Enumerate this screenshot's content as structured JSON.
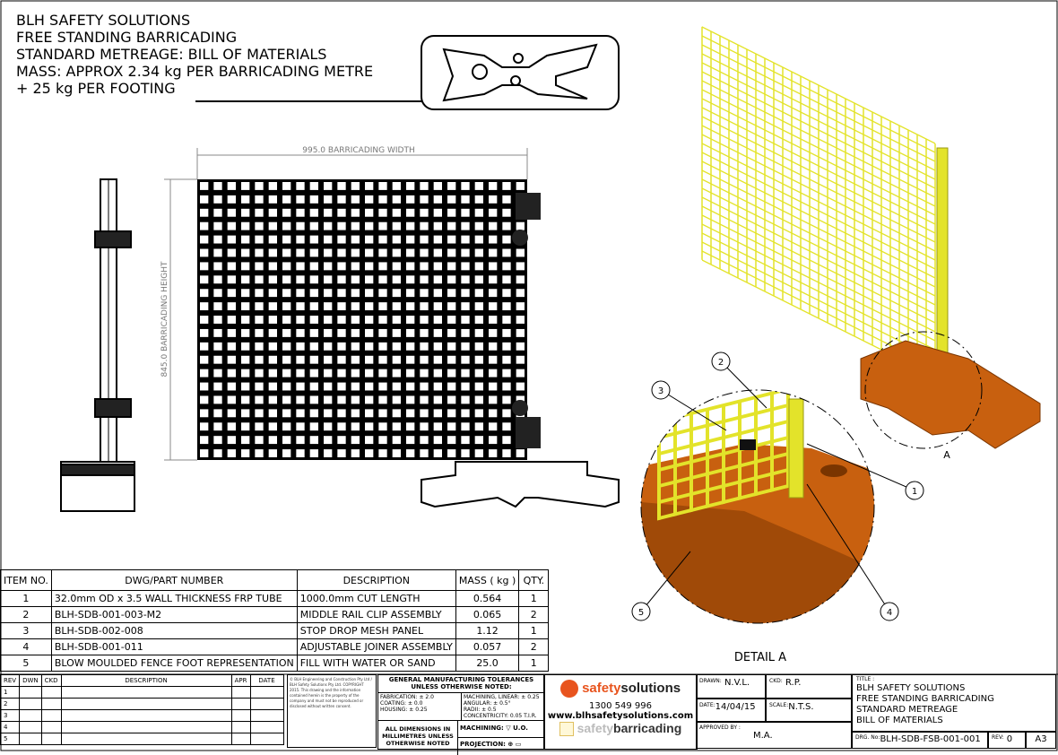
{
  "header": {
    "lines": [
      "BLH SAFETY SOLUTIONS",
      "FREE STANDING BARRICADING",
      "STANDARD METREAGE: BILL OF MATERIALS",
      "MASS: APPROX 2.34 kg PER BARRICADING METRE",
      "+ 25 kg PER FOOTING"
    ]
  },
  "dimensions": {
    "width": "995.0 BARRICADING WIDTH",
    "height": "845.0 BARRICADING HEIGHT"
  },
  "detail": {
    "label": "DETAIL A",
    "ref": "A",
    "callouts": [
      "1",
      "2",
      "3",
      "4",
      "5"
    ]
  },
  "bom": {
    "headers": [
      "ITEM NO.",
      "DWG/PART NUMBER",
      "DESCRIPTION",
      "MASS ( kg )",
      "QTY."
    ],
    "rows": [
      [
        "1",
        "32.0mm OD x 3.5 WALL THICKNESS FRP TUBE",
        "1000.0mm CUT LENGTH",
        "0.564",
        "1"
      ],
      [
        "2",
        "BLH-SDB-001-003-M2",
        "MIDDLE RAIL CLIP ASSEMBLY",
        "0.065",
        "2"
      ],
      [
        "3",
        "BLH-SDB-002-008",
        "STOP DROP MESH PANEL",
        "1.12",
        "1"
      ],
      [
        "4",
        "BLH-SDB-001-011",
        "ADJUSTABLE JOINER ASSEMBLY",
        "0.057",
        "2"
      ],
      [
        "5",
        "BLOW MOULDED FENCE FOOT REPRESENTATION",
        "FILL WITH WATER OR SAND",
        "25.0",
        "1"
      ]
    ]
  },
  "revisions": {
    "headers": [
      "REV",
      "DWN",
      "CKD",
      "DESCRIPTION",
      "APR",
      "DATE"
    ],
    "rows": [
      "1",
      "2",
      "3",
      "4",
      "5"
    ]
  },
  "tolerances": {
    "title": "GENERAL MANUFACTURING TOLERANCES",
    "subtitle": "UNLESS OTHERWISE NOTED:",
    "fabrication": "FABRICATION:  ± 2.0",
    "coating": "COATING:  ± 0.0",
    "housing": "HOUSING:  ± 0.25",
    "linear": "MACHINING, LINEAR: ± 0.25",
    "angular": "ANGULAR: ± 0.5°",
    "radii": "RADII:  ± 0.5",
    "concentricity": "CONCENTRICITY: 0.05 T.I.R.",
    "units": "ALL DIMENSIONS IN MILLIMETRES UNLESS OTHERWISE NOTED",
    "machining": "MACHINING:",
    "machining_suffix": "U.O.",
    "projection": "PROJECTION:"
  },
  "notes": "© BLH Engineering and Construction Pty Ltd / BLH Safety Solutions Pty Ltd. COPYRIGHT 2015. This drawing and the information contained herein is the property of the company and must not be reproduced or disclosed without written consent.",
  "company": {
    "logo_text_1": "safety",
    "logo_text_2": "solutions",
    "phone": "1300 549 996",
    "website": "www.blhsafetysolutions.com",
    "brand_1": "safety",
    "brand_2": "barricading"
  },
  "titleblock": {
    "drawn_label": "DRAWN:",
    "drawn": "N.V.L.",
    "ckd_label": "CKD:",
    "ckd": "R.P.",
    "date_label": "DATE:",
    "date": "14/04/15",
    "scale_label": "SCALE:",
    "scale": "N.T.S.",
    "approved_label": "APPROVED BY :",
    "approved": "M.A.",
    "title_label": "TITLE :",
    "title_lines": [
      "BLH SAFETY SOLUTIONS",
      "FREE STANDING BARRICADING",
      "STANDARD METREAGE",
      "BILL OF MATERIALS"
    ],
    "dwg_label": "DRG. No:",
    "dwg_no": "BLH-SDB-FSB-001-001",
    "rev_label": "REV:",
    "rev": "0",
    "size": "A3"
  },
  "colors": {
    "mesh": "#e3e32a",
    "foot": "#c8600f",
    "logo": "#e8541e"
  }
}
